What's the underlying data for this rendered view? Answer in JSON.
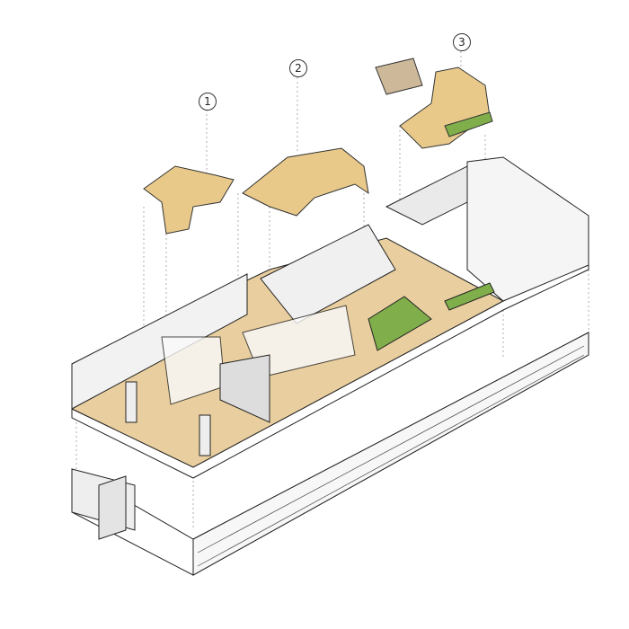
{
  "callouts": [
    {
      "label": "1"
    },
    {
      "label": "2"
    },
    {
      "label": "3"
    }
  ],
  "colors": {
    "wood": "#e8c98a",
    "floor": "#e9cfa0",
    "wall": "#f4f4f4",
    "line": "#222222",
    "green": "#7fae4a"
  }
}
